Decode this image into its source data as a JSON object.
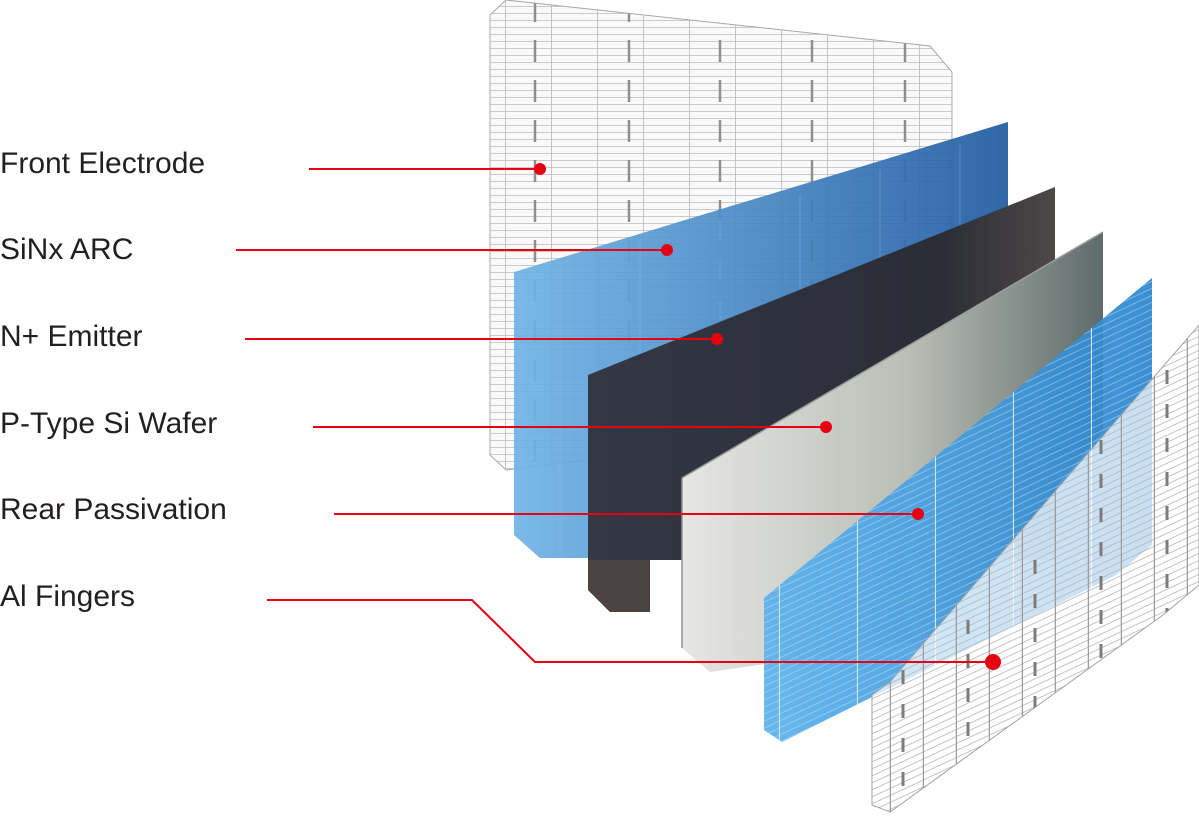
{
  "layers": [
    {
      "label": "Front Electrode",
      "color": "#d8d8d8"
    },
    {
      "label": "SiNx ARC",
      "color": "#3a8fd6"
    },
    {
      "label": "N+ Emitter",
      "color": "#2b2e38"
    },
    {
      "label": "P-Type Si Wafer",
      "color": "#c9cbc6"
    },
    {
      "label": "Rear Passivation",
      "color": "#4aa3e3"
    },
    {
      "label": "Al Fingers",
      "color": "#e0e0e0"
    }
  ],
  "leader_color": "#e60012"
}
